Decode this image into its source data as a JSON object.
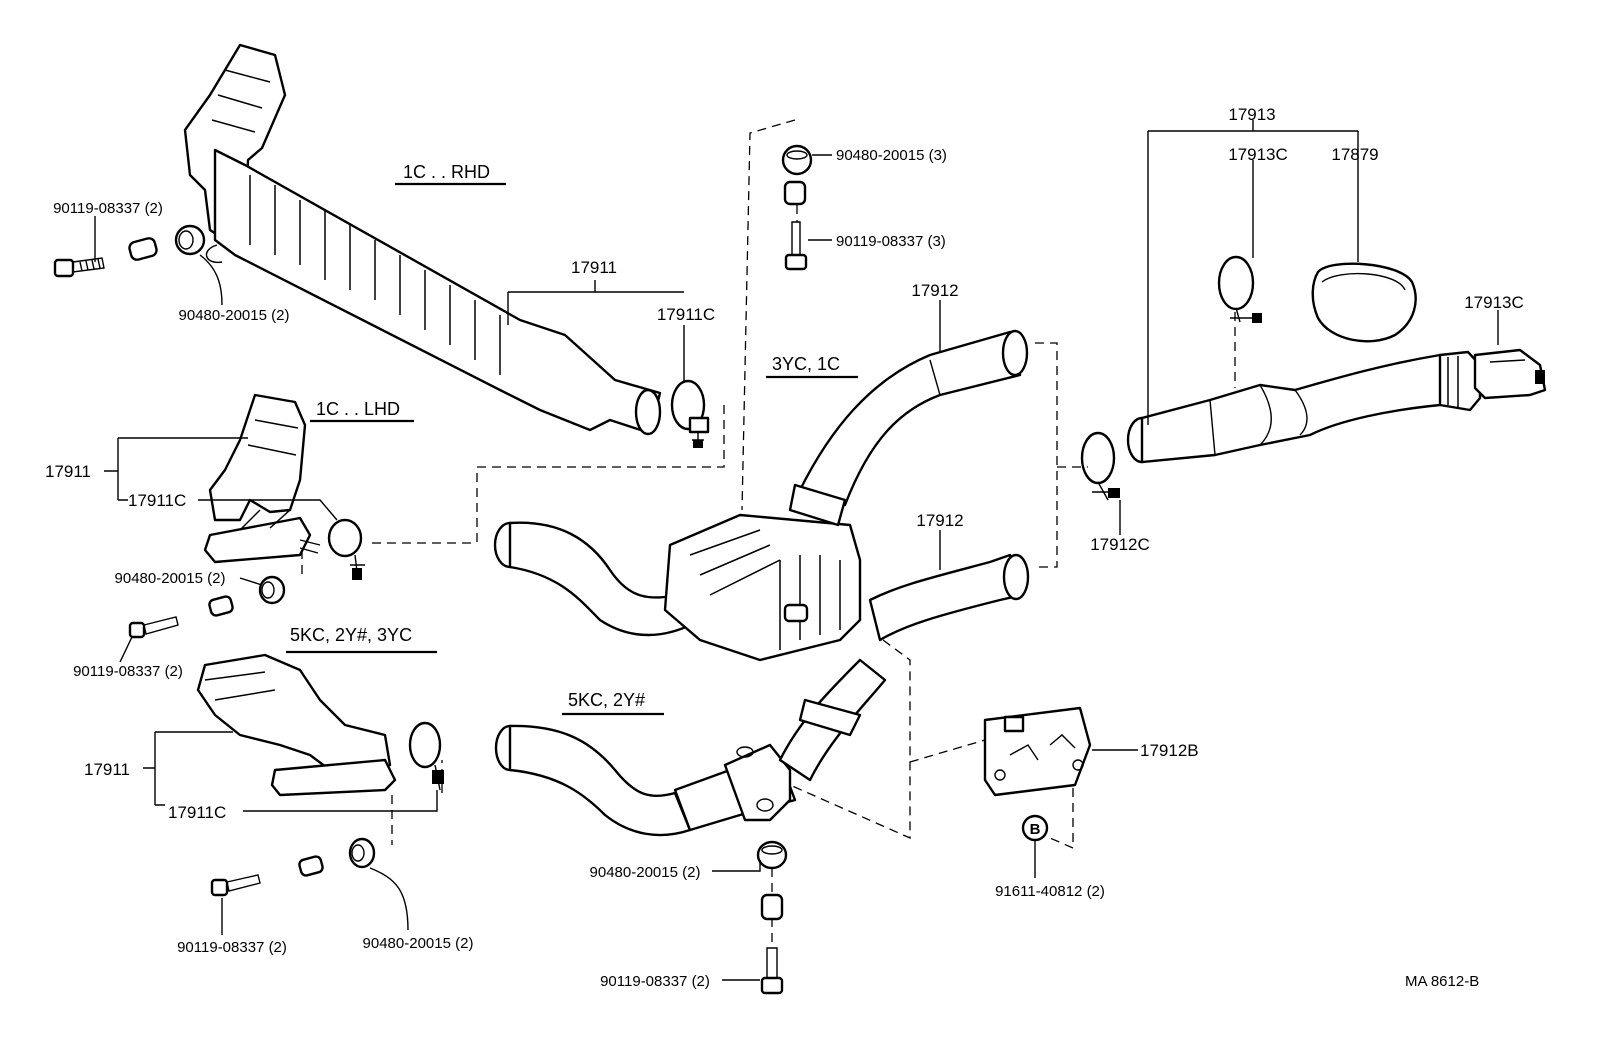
{
  "labels": {
    "part_17913": "17913",
    "part_17913C_a": "17913C",
    "part_17879": "17879",
    "part_17913C_b": "17913C",
    "part_17912_a": "17912",
    "part_17912_b": "17912",
    "part_17912C": "17912C",
    "part_17912B": "17912B",
    "part_91611": "91611-40812 (2)",
    "part_17911_top": "17911",
    "part_17911C_top": "17911C",
    "part_17911_lhd": "17911",
    "part_17911C_lhd": "17911C",
    "part_17911_5kc": "17911",
    "part_17911C_5kc": "17911C",
    "bolt_tl": "90119-08337 (2)",
    "grommet_tl": "90480-20015 (2)",
    "grommet_c3": "90480-20015 (3)",
    "bolt_c3": "90119-08337 (3)",
    "grommet_lhd": "90480-20015 (2)",
    "bolt_lhd": "90119-08337 (2)",
    "bolt_5kc": "90119-08337 (2)",
    "grommet_5kc": "90480-20015 (2)",
    "grommet_bc": "90480-20015 (2)",
    "bolt_bc": "90119-08337 (2)"
  },
  "headers": {
    "rhd": "1C . . RHD",
    "lhd": "1C . . LHD",
    "yc": "3YC, 1C",
    "kc_full": "5KC, 2Y#, 3YC",
    "kc": "5KC, 2Y#"
  },
  "footer": {
    "code": "MA  8612-B"
  },
  "symbols": {
    "circle_b": "B"
  }
}
